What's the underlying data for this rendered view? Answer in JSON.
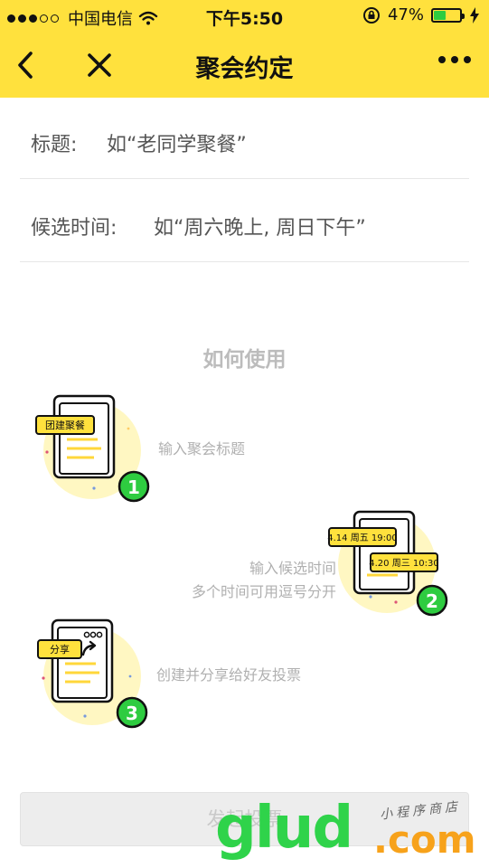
{
  "status_bar": {
    "carrier": "中国电信",
    "time": "下午5:50",
    "battery_percent": "47%",
    "battery_level": 0.47
  },
  "nav": {
    "title": "聚会约定"
  },
  "form": {
    "title_label": "标题:",
    "title_placeholder": "如“老同学聚餐”",
    "time_label": "候选时间:",
    "time_placeholder": "如“周六晚上, 周日下午”"
  },
  "howto": {
    "title": "如何使用",
    "step1": {
      "text": "输入聚会标题",
      "tag": "团建聚餐",
      "badge": "1"
    },
    "step2": {
      "line1": "输入候选时间",
      "line2": "多个时间可用逗号分开",
      "tag_a": "4.14 周五 19:00",
      "tag_b": "4.20 周三 10:30",
      "badge": "2"
    },
    "step3": {
      "text": "创建并分享给好友投票",
      "tag": "分享",
      "badge": "3"
    }
  },
  "submit": {
    "label": "发起投票"
  },
  "watermark": {
    "main": "glud",
    "suffix": ".com",
    "cn": "小程序商店"
  },
  "colors": {
    "brand_yellow": "#FFE13D",
    "badge_green": "#2ECC40",
    "muted_text": "#b0b0b0",
    "watermark_green": "#2FD34A",
    "watermark_orange": "#F7A21B"
  }
}
